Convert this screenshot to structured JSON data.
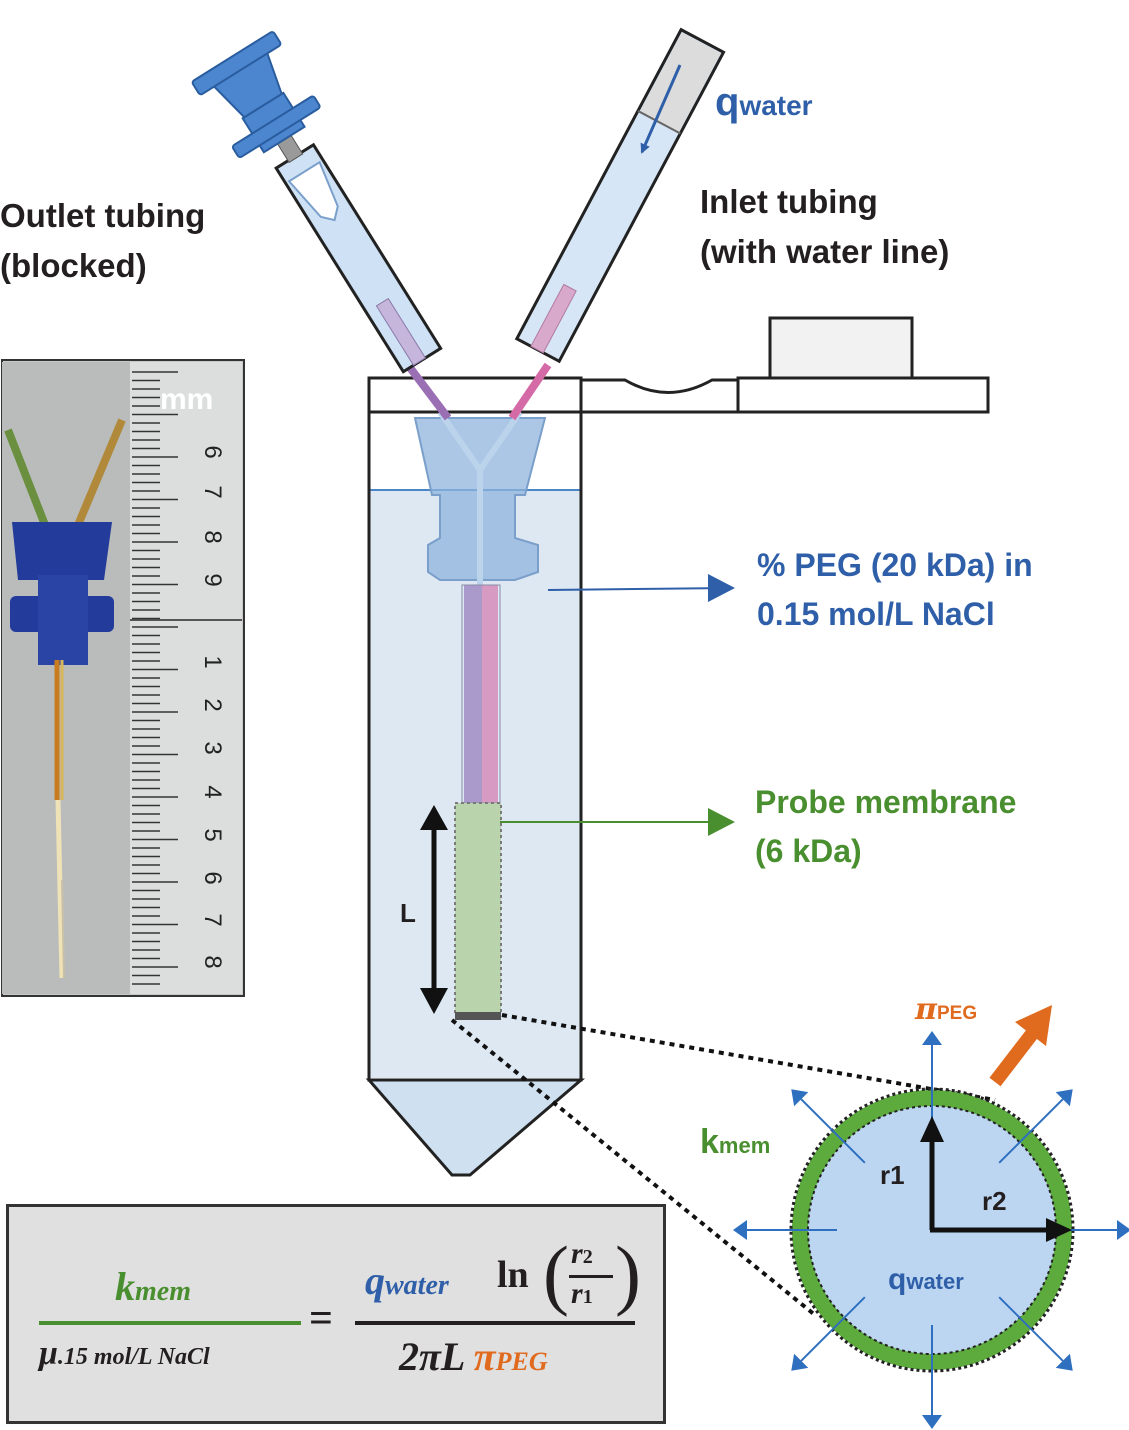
{
  "labels": {
    "q_water_top": "q",
    "q_water_top_sub": "water",
    "outlet_line1": "Outlet tubing",
    "outlet_line2": "(blocked)",
    "inlet_line1": "Inlet tubing",
    "inlet_line2": "(with water line)",
    "peg_line1": "% PEG (20 kDa) in",
    "peg_line2": "0.15 mol/L NaCl",
    "membrane_line1": "Probe membrane",
    "membrane_line2": "(6 kDa)",
    "length": "L",
    "ruler_unit": "mm",
    "pi_peg": "π",
    "pi_peg_sub": "PEG",
    "k_mem": "k",
    "k_mem_sub": "mem",
    "r1": "r1",
    "r2": "r2",
    "q_water_circle": "q",
    "q_water_circle_sub": "water"
  },
  "ruler_ticks": [
    "6",
    "7",
    "8",
    "9",
    "1",
    "2",
    "3",
    "4",
    "5",
    "6",
    "7",
    "8"
  ],
  "equation": {
    "num_left": "k",
    "num_left_sub": "mem",
    "den_left": "μ",
    "den_left_sub": ".15 mol/L NaCl",
    "equals": "=",
    "num_right_q": "q",
    "num_right_q_sub": "water",
    "num_right_ln": "ln",
    "num_right_r2": "r",
    "num_right_r2_sub": "2",
    "num_right_r1": "r",
    "num_right_r1_sub": "1",
    "den_right": "2πL",
    "den_right_pi": "π",
    "den_right_pi_sub": "PEG"
  },
  "colors": {
    "blue": "#2e5fa8",
    "green": "#4a8f2f",
    "orange": "#e06a1e",
    "dark": "#231f20"
  }
}
